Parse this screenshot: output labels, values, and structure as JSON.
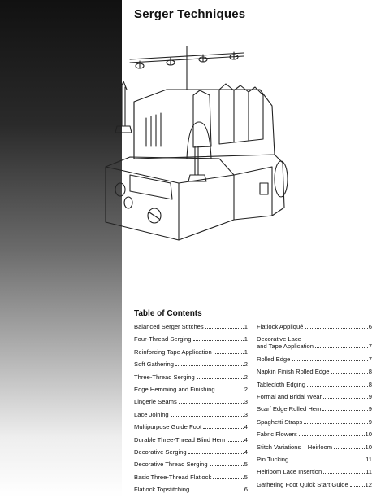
{
  "title": "Serger Techniques",
  "toc_heading": "Table of Contents",
  "toc_left": [
    {
      "title": "Balanced Serger Stitches",
      "page": "1"
    },
    {
      "title": "Four-Thread Serging",
      "page": "1"
    },
    {
      "title": "Reinforcing Tape Application",
      "page": "1"
    },
    {
      "title": "Soft Gathering",
      "page": "2"
    },
    {
      "title": "Three-Thread Serging",
      "page": "2"
    },
    {
      "title": "Edge Hemming and Finishing",
      "page": "2"
    },
    {
      "title": "Lingerie Seams",
      "page": "3"
    },
    {
      "title": "Lace Joining",
      "page": "3"
    },
    {
      "title": "Multipurpose Guide Foot",
      "page": "4"
    },
    {
      "title": "Durable Three-Thread Blind Hem",
      "page": "4"
    },
    {
      "title": "Decorative Serging",
      "page": "4"
    },
    {
      "title": "Decorative Thread Serging",
      "page": "5"
    },
    {
      "title": "Basic Three-Thread Flatlock",
      "page": "5"
    },
    {
      "title": "Flatlock Topstitching",
      "page": "6"
    }
  ],
  "toc_right": [
    {
      "title": "Flatlock Appliqué",
      "page": "6"
    },
    {
      "title": "Decorative Lace",
      "title2": "and Tape Application",
      "page": "7"
    },
    {
      "title": "Rolled Edge",
      "page": "7"
    },
    {
      "title": "Napkin Finish Rolled Edge",
      "page": "8"
    },
    {
      "title": "Tablecloth Edging",
      "page": "8"
    },
    {
      "title": "Formal and Bridal Wear",
      "page": "9"
    },
    {
      "title": "Scarf Edge Rolled Hem",
      "page": "9"
    },
    {
      "title": "Spaghetti Straps",
      "page": "9"
    },
    {
      "title": "Fabric Flowers",
      "page": "10"
    },
    {
      "title": "Stitch Variations – Heirloom",
      "page": "10"
    },
    {
      "title": "Pin Tucking",
      "page": "11"
    },
    {
      "title": "Heirloom Lace Insertion",
      "page": "11"
    },
    {
      "title": "Gathering Foot Quick Start Guide",
      "page": "12"
    }
  ]
}
